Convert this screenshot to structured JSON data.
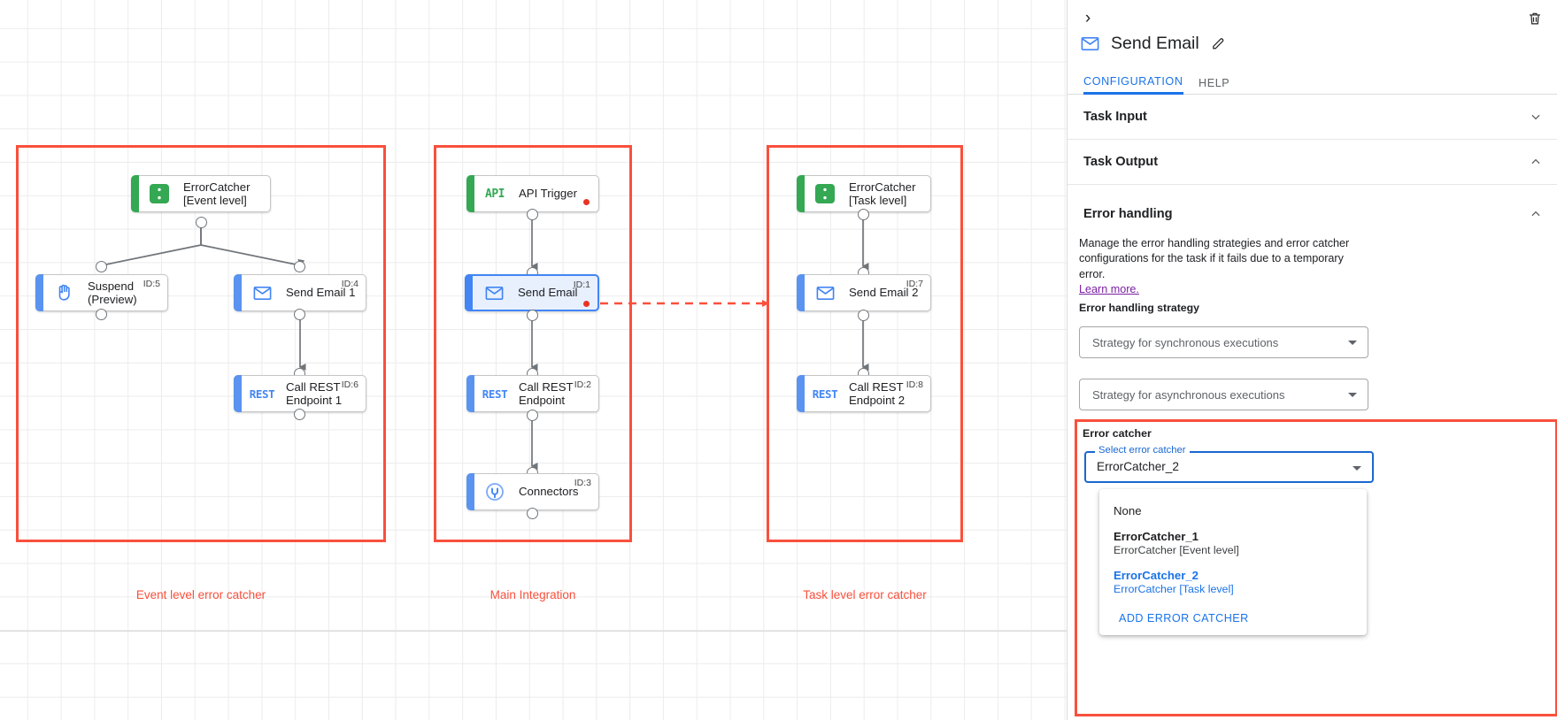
{
  "canvas": {
    "groups": [
      {
        "label": "Event level error catcher"
      },
      {
        "label": "Main Integration"
      },
      {
        "label": "Task level error catcher"
      }
    ],
    "nodes": {
      "error_catcher_event": {
        "title": "ErrorCatcher\n[Event level]",
        "icon": "error-catcher-icon",
        "id": ""
      },
      "suspend": {
        "title": "Suspend\n(Preview)",
        "icon": "suspend-hand-icon",
        "id": "ID:5"
      },
      "send_email_1": {
        "title": "Send Email 1",
        "icon": "email-icon",
        "id": "ID:4"
      },
      "call_rest_1": {
        "title": "Call REST\nEndpoint 1",
        "icon": "rest-icon",
        "id": "ID:6"
      },
      "api_trigger": {
        "title": "API Trigger",
        "icon": "api-icon",
        "id": ""
      },
      "send_email": {
        "title": "Send Email",
        "icon": "email-icon",
        "id": "ID:1"
      },
      "call_rest": {
        "title": "Call REST\nEndpoint",
        "icon": "rest-icon",
        "id": "ID:2"
      },
      "connectors": {
        "title": "Connectors",
        "icon": "connectors-icon",
        "id": "ID:3"
      },
      "error_catcher_task": {
        "title": "ErrorCatcher\n[Task level]",
        "icon": "error-catcher-icon",
        "id": ""
      },
      "send_email_2": {
        "title": "Send Email 2",
        "icon": "email-icon",
        "id": "ID:7"
      },
      "call_rest_2": {
        "title": "Call REST\nEndpoint 2",
        "icon": "rest-icon",
        "id": "ID:8"
      }
    }
  },
  "panel": {
    "title": "Send Email",
    "title_icon": "email-icon",
    "edit_icon": "pencil-icon",
    "delete_icon": "trash-icon",
    "collapse_icon": "chevron-right-icon",
    "tabs": [
      {
        "label": "CONFIGURATION",
        "active": true
      },
      {
        "label": "HELP",
        "active": false
      }
    ],
    "sections": [
      {
        "name": "Task Input",
        "state": "collapsed",
        "chevron": "chevron-down-icon"
      },
      {
        "name": "Task Output",
        "state": "expanded",
        "chevron": "chevron-up-icon"
      },
      {
        "name": "Error handling",
        "state": "expanded",
        "chevron": "chevron-up-icon"
      }
    ],
    "error_handling": {
      "description": "Manage the error handling strategies and error catcher configurations for the task if it fails due to a temporary error.",
      "learn_more": "Learn more.",
      "strategy_label": "Error handling strategy",
      "sync_placeholder": "Strategy for synchronous executions",
      "async_placeholder": "Strategy for asynchronous executions"
    },
    "error_catcher": {
      "heading": "Error catcher",
      "field_legend": "Select error catcher",
      "field_value": "ErrorCatcher_2",
      "options": [
        {
          "primary": "None",
          "secondary": "",
          "selected": false,
          "bold": false
        },
        {
          "primary": "ErrorCatcher_1",
          "secondary": "ErrorCatcher [Event level]",
          "selected": false,
          "bold": true
        },
        {
          "primary": "ErrorCatcher_2",
          "secondary": "ErrorCatcher [Task level]",
          "selected": true,
          "bold": true
        }
      ],
      "add_action": "ADD ERROR CATCHER"
    }
  },
  "colors": {
    "accent_blue": "#1a73e8",
    "highlight_red": "#f9503c",
    "trigger_green": "#34a853",
    "error_dot": "#ea3323"
  }
}
